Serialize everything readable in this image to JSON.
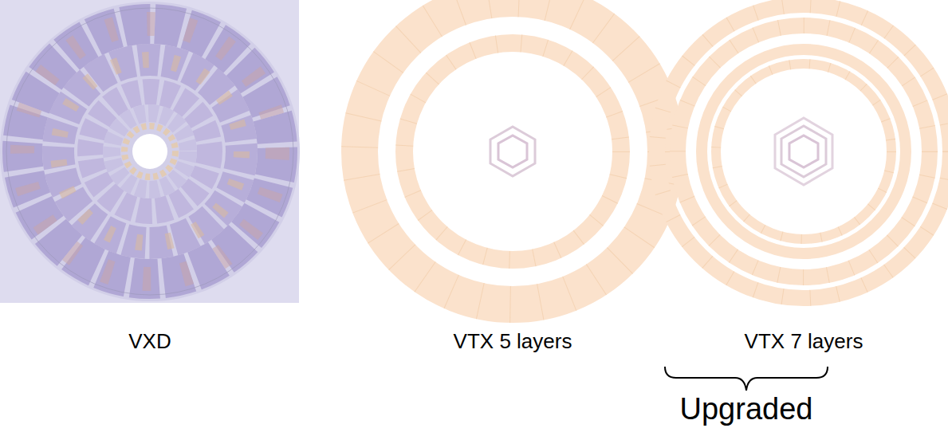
{
  "diagram": {
    "labels": [
      "VXD",
      "VTX 5 layers",
      "VTX 7 layers",
      "Upgraded"
    ]
  }
}
